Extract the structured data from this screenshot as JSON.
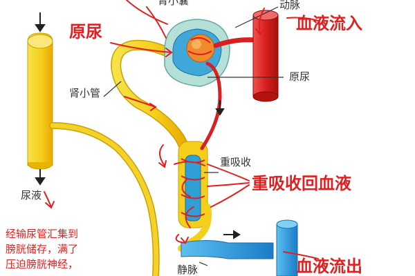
{
  "labels": {
    "glomerulus_top": "肾小囊",
    "artery": "动脉",
    "renal_tubule": "肾小管",
    "primary_urine": "原尿",
    "reabsorption": "重吸收",
    "urine": "尿液",
    "vein": "静脉"
  },
  "annotations": {
    "primary_urine": "原尿",
    "blood_in": "血液流入",
    "reabsorb_blood": "重吸收回血液",
    "blood_out": "血液流出",
    "note_lines": [
      "经输尿管汇集到",
      "膀胱储存，满了",
      "压迫膀胱神经，"
    ]
  },
  "colors": {
    "tubule": "#f5d22a",
    "artery": "#d0201c",
    "vein": "#1f8fd8",
    "capsule": "#3fa8d8",
    "ink": "#e02020"
  }
}
